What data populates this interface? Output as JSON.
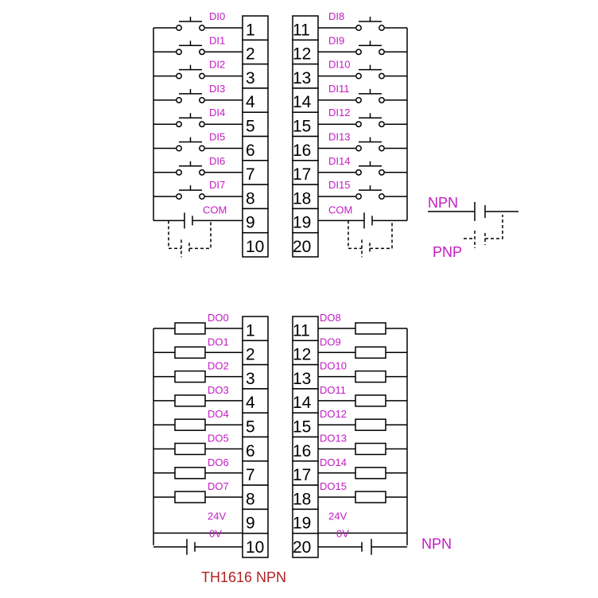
{
  "inputs": {
    "left_terminals": [
      "1",
      "2",
      "3",
      "4",
      "5",
      "6",
      "7",
      "8",
      "9",
      "10"
    ],
    "right_terminals": [
      "11",
      "12",
      "13",
      "14",
      "15",
      "16",
      "17",
      "18",
      "19",
      "20"
    ],
    "left_labels": [
      "DI0",
      "DI1",
      "DI2",
      "DI3",
      "DI4",
      "DI5",
      "DI6",
      "DI7",
      "COM"
    ],
    "right_labels": [
      "DI8",
      "DI9",
      "DI10",
      "DI11",
      "DI12",
      "DI13",
      "DI14",
      "DI15",
      "COM"
    ]
  },
  "outputs": {
    "left_terminals": [
      "1",
      "2",
      "3",
      "4",
      "5",
      "6",
      "7",
      "8",
      "9",
      "10"
    ],
    "right_terminals": [
      "11",
      "12",
      "13",
      "14",
      "15",
      "16",
      "17",
      "18",
      "19",
      "20"
    ],
    "left_labels": [
      "DO0",
      "DO1",
      "DO2",
      "DO3",
      "DO4",
      "DO5",
      "DO6",
      "DO7",
      "24V",
      "0V"
    ],
    "right_labels": [
      "DO8",
      "DO9",
      "DO10",
      "DO11",
      "DO12",
      "DO13",
      "DO14",
      "DO15",
      "24V",
      "0V"
    ]
  },
  "legend": {
    "npn": "NPN",
    "pnp": "PNP"
  },
  "output_note": "NPN",
  "caption": "TH1616 NPN",
  "colors": {
    "label": "#c21bc2",
    "caption": "#b22222",
    "line": "#000000"
  }
}
